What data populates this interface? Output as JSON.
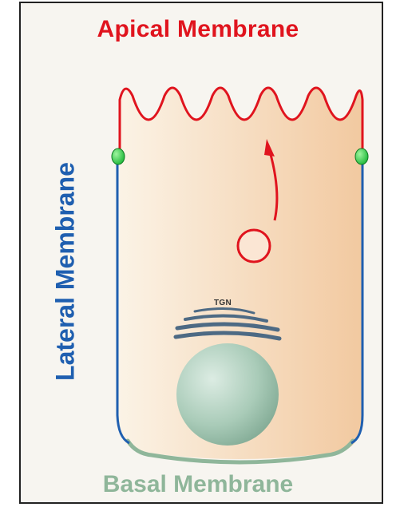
{
  "labels": {
    "apical": "Apical Membrane",
    "lateral": "Lateral Membrane",
    "basal": "Basal Membrane",
    "tgn": "TGN"
  },
  "colors": {
    "apical": "#e0141e",
    "lateral": "#1f5fb0",
    "basal": "#8fb69a",
    "junction": "#22c43a",
    "nucleus": "#a9cbb8"
  }
}
